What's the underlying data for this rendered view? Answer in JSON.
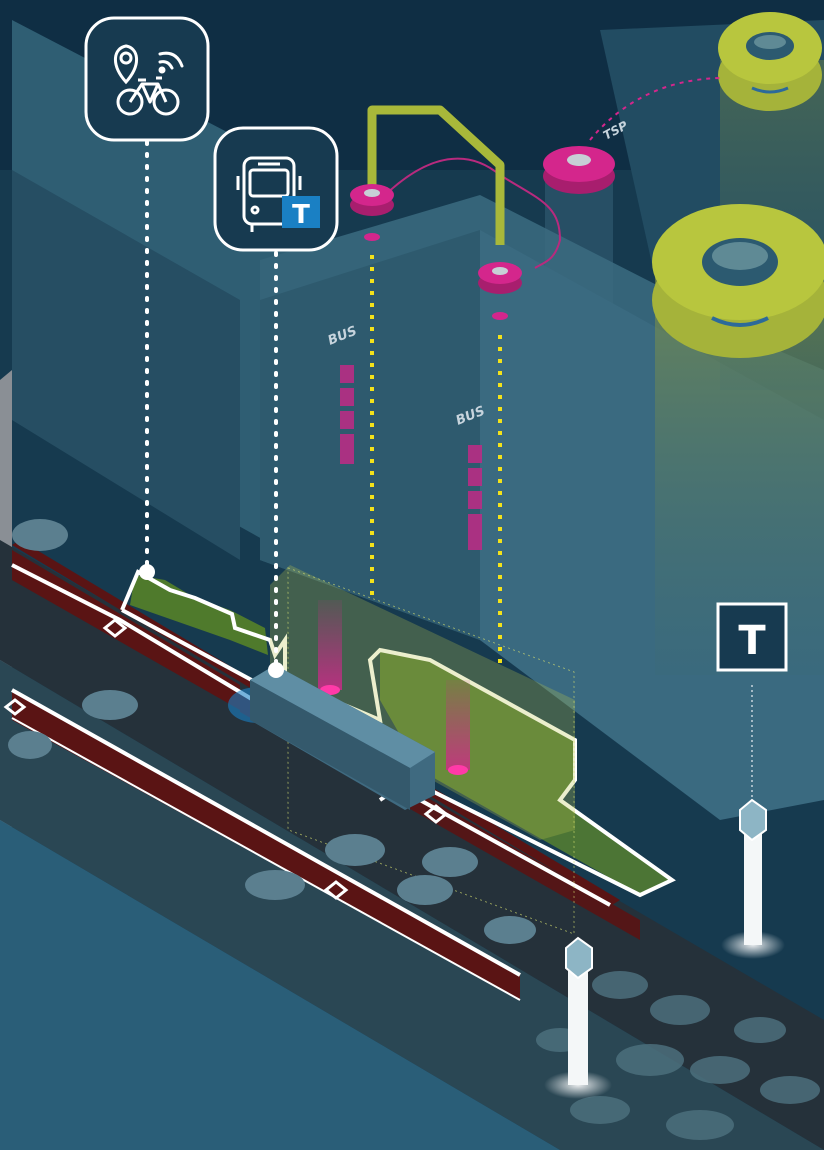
{
  "labels": {
    "bus_upper": "BUS",
    "bus_lower": "BUS",
    "tsp": "TSP",
    "transit_badge": "T",
    "transit_sign": "T"
  },
  "icons": {
    "callout_1": [
      "location-pin-icon",
      "wifi-icon",
      "bicycle-icon"
    ],
    "callout_2": [
      "bus-front-icon",
      "transit-t-icon"
    ]
  },
  "colors": {
    "background": "#163a4f",
    "building": "#2c5a70",
    "bike_lane": "#5a1414",
    "transit_blue": "#1a80c4",
    "sensor_magenta": "#d4268c",
    "signal_yellow_green": "#b5c43a",
    "dotted_yellow": "#f3e21a",
    "green_strip": "#5f8a2c"
  }
}
